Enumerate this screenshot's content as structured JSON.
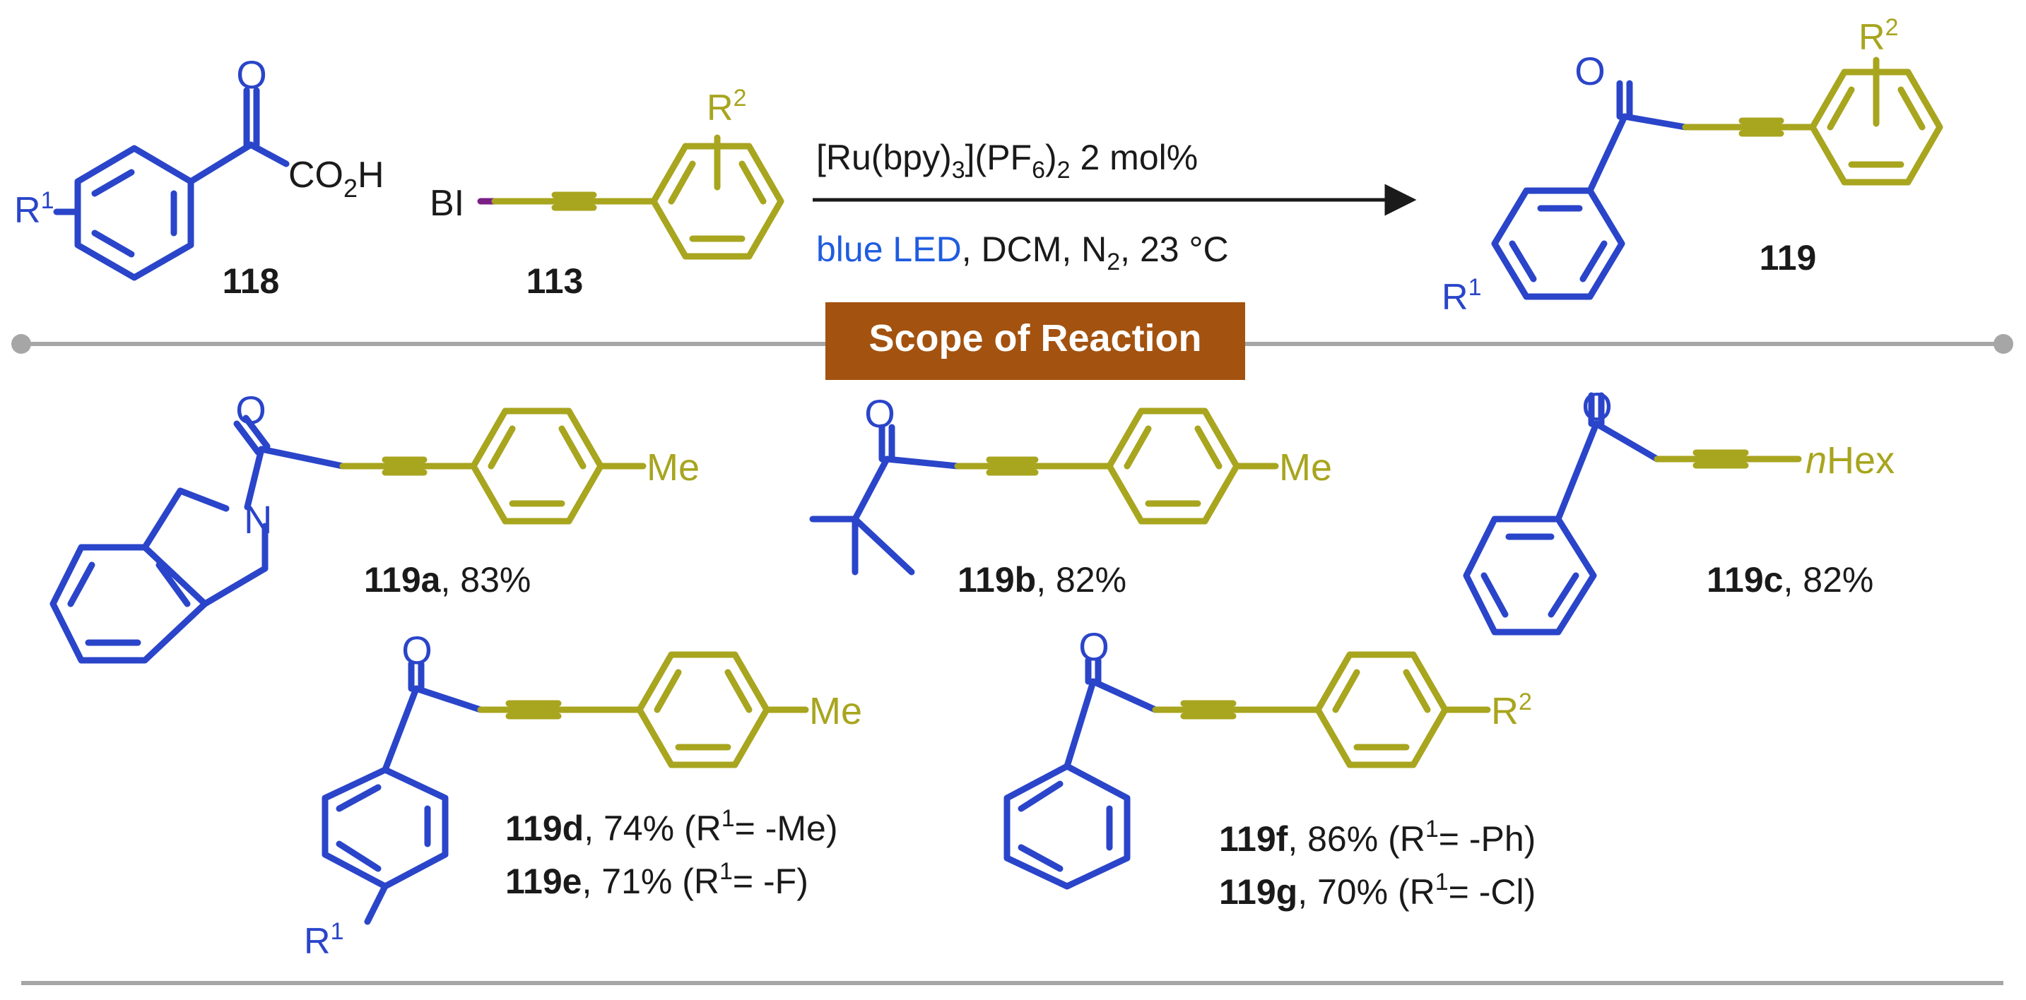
{
  "colors": {
    "r1_fragment": "#2a45c9",
    "r2_fragment": "#a8a51f",
    "iodine": "#7a1f86",
    "text": "#1a1a1a",
    "divider": "#a6a6a6",
    "badge_bg": "#a3520f",
    "badge_text": "#ffffff",
    "led_text": "#1f5ce0"
  },
  "reactants": {
    "acid": {
      "id": "118",
      "r_label": "R",
      "r_sup": "1",
      "co2h_main": "CO",
      "co2h_sub": "2",
      "co2h_tail": "H",
      "oxygen": "O"
    },
    "iodoalkyne": {
      "id": "113",
      "halogen": "BI",
      "r_label": "R",
      "r_sup": "2"
    }
  },
  "conditions": {
    "catalyst_a": "[Ru(bpy)",
    "catalyst_sub1": "3",
    "catalyst_b": "](PF",
    "catalyst_sub2": "6",
    "catalyst_c": ")",
    "catalyst_sub3": "2",
    "catalyst_d": " 2 mol%",
    "light": "blue LED",
    "rest_a": ", DCM, N",
    "rest_sub": "2",
    "rest_b": ", 23 °C"
  },
  "product": {
    "id": "119",
    "oxygen": "O",
    "r1": "R",
    "r1_sup": "1",
    "r2": "R",
    "r2_sup": "2"
  },
  "badge": {
    "label": "Scope of Reaction"
  },
  "examples": [
    {
      "id": "119a",
      "yield": ", 83%",
      "oxygen": "O",
      "nitrogen": "N",
      "sub": "Me"
    },
    {
      "id": "119b",
      "yield": ", 82%",
      "oxygen": "O",
      "sub": "Me"
    },
    {
      "id": "119c",
      "yield": ", 82%",
      "oxygen": "O",
      "sub_italic": "n",
      "sub": "Hex"
    },
    {
      "id": "119d",
      "yield": ", 74% (R",
      "sup": "1",
      "tail": "= -Me)",
      "oxygen": "O",
      "sub": "Me",
      "r1": "R",
      "r1_sup": "1"
    },
    {
      "id": "119e",
      "yield": ", 71% (R",
      "sup": "1",
      "tail": "= -F)"
    },
    {
      "id": "119f",
      "yield": ", 86% (R",
      "sup": "1",
      "tail": "= -Ph)",
      "oxygen": "O",
      "sub": "R",
      "sub_sup": "2"
    },
    {
      "id": "119g",
      "yield": ", 70% (R",
      "sup": "1",
      "tail": "= -Cl)"
    }
  ]
}
